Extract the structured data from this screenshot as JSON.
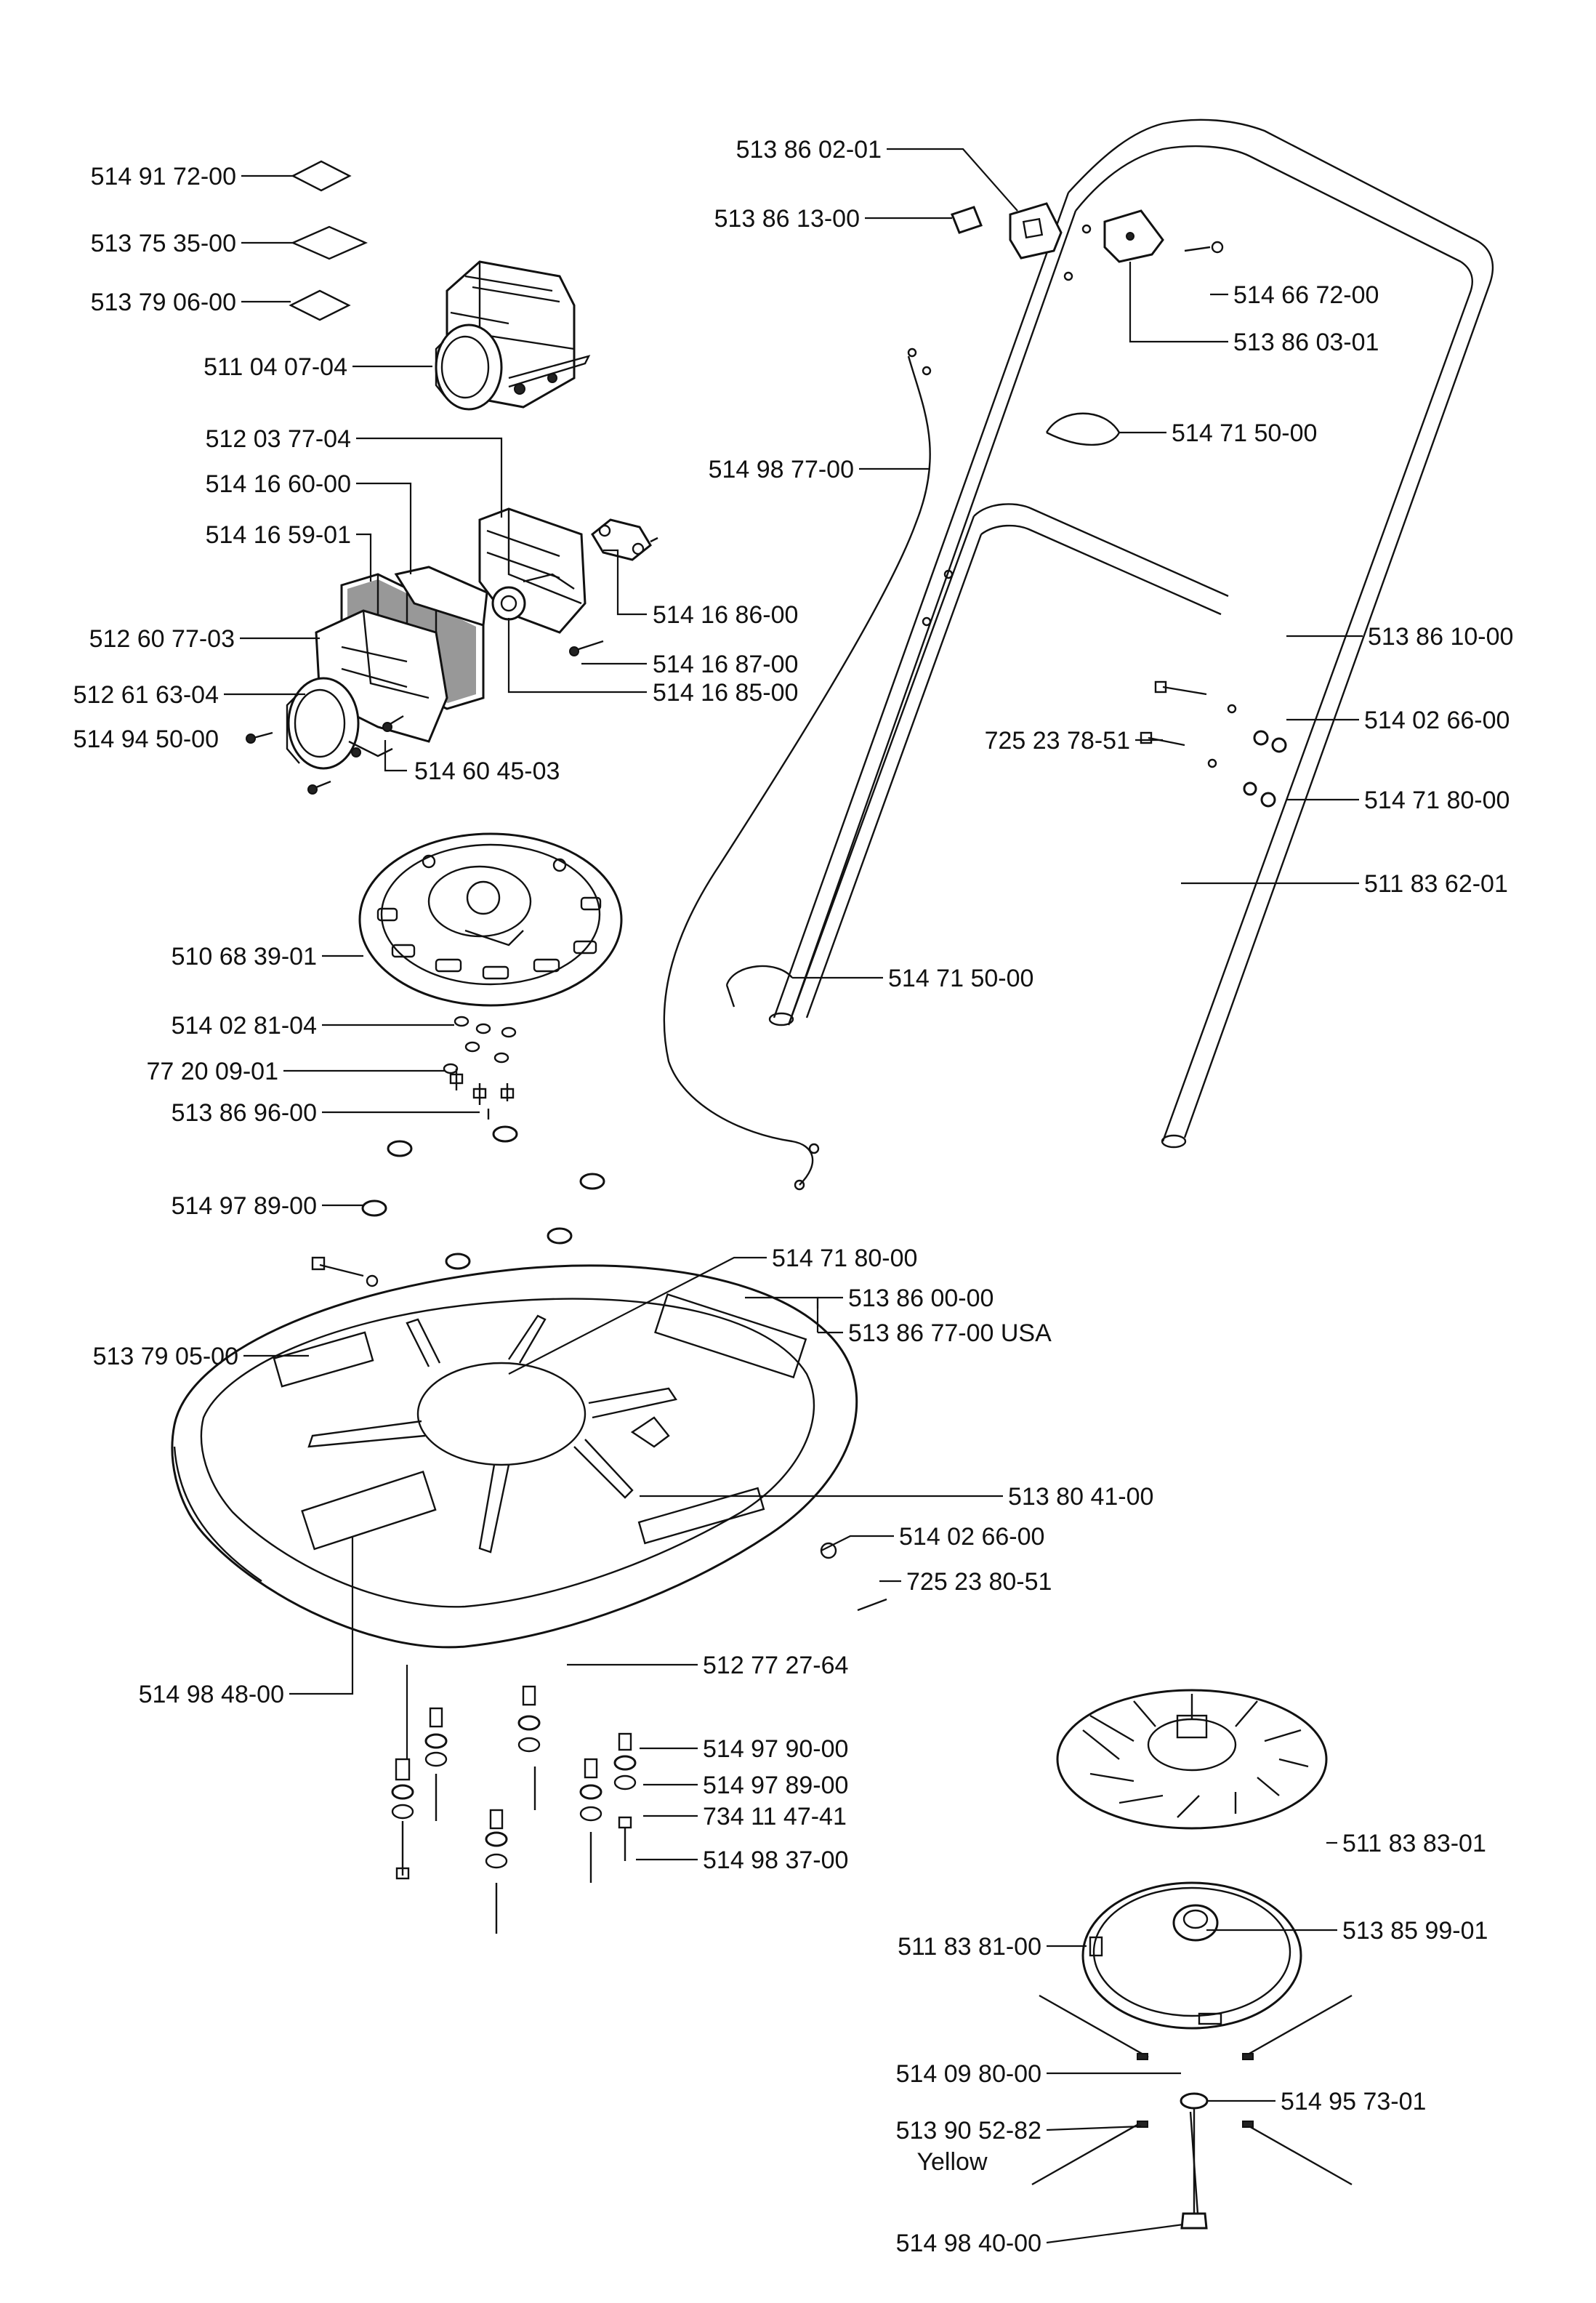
{
  "parts": [
    {
      "id": "p01",
      "number": "514 91 72-00"
    },
    {
      "id": "p02",
      "number": "513 75 35-00"
    },
    {
      "id": "p03",
      "number": "513 79 06-00"
    },
    {
      "id": "p04",
      "number": "511 04 07-04"
    },
    {
      "id": "p05",
      "number": "512 03 77-04"
    },
    {
      "id": "p06",
      "number": "514 16 60-00"
    },
    {
      "id": "p07",
      "number": "514 16 59-01"
    },
    {
      "id": "p08",
      "number": "512 60 77-03"
    },
    {
      "id": "p09",
      "number": "512 61 63-04"
    },
    {
      "id": "p10",
      "number": "514 94 50-00"
    },
    {
      "id": "p11",
      "number": "514 60 45-03"
    },
    {
      "id": "p12",
      "number": "514 16 86-00"
    },
    {
      "id": "p13",
      "number": "514 16 87-00"
    },
    {
      "id": "p14",
      "number": "514 16 85-00"
    },
    {
      "id": "p15",
      "number": "513 86 02-01"
    },
    {
      "id": "p16",
      "number": "513 86 13-00"
    },
    {
      "id": "p17",
      "number": "514 66 72-00"
    },
    {
      "id": "p18",
      "number": "513 86 03-01"
    },
    {
      "id": "p19",
      "number": "514 71 50-00"
    },
    {
      "id": "p20",
      "number": "514 98 77-00"
    },
    {
      "id": "p21",
      "number": "513 86 10-00"
    },
    {
      "id": "p22",
      "number": "514 02 66-00"
    },
    {
      "id": "p23",
      "number": "725 23 78-51"
    },
    {
      "id": "p24",
      "number": "514 71 80-00"
    },
    {
      "id": "p25",
      "number": "511 83 62-01"
    },
    {
      "id": "p26",
      "number": "510 68 39-01"
    },
    {
      "id": "p27",
      "number": "514 71 50-00"
    },
    {
      "id": "p28",
      "number": "514 02 81-04"
    },
    {
      "id": "p29",
      "number": "77 20 09-01"
    },
    {
      "id": "p30",
      "number": "513 86 96-00"
    },
    {
      "id": "p31",
      "number": "514 97 89-00"
    },
    {
      "id": "p32",
      "number": "514 71 80-00"
    },
    {
      "id": "p33",
      "number": "513 86 00-00"
    },
    {
      "id": "p34",
      "number": "513 86 77-00 USA"
    },
    {
      "id": "p35",
      "number": "513 79 05-00"
    },
    {
      "id": "p36",
      "number": "513 80 41-00"
    },
    {
      "id": "p37",
      "number": "514 02 66-00"
    },
    {
      "id": "p38",
      "number": "725 23 80-51"
    },
    {
      "id": "p39",
      "number": "514 98 48-00"
    },
    {
      "id": "p40",
      "number": "512 77 27-64"
    },
    {
      "id": "p41",
      "number": "514 97 90-00"
    },
    {
      "id": "p42",
      "number": "514 97 89-00"
    },
    {
      "id": "p43",
      "number": "734 11 47-41"
    },
    {
      "id": "p44",
      "number": "514 98 37-00"
    },
    {
      "id": "p45",
      "number": "511 83 83-01"
    },
    {
      "id": "p46",
      "number": "511 83 81-00"
    },
    {
      "id": "p47",
      "number": "513 85 99-01"
    },
    {
      "id": "p48",
      "number": "514 09 80-00"
    },
    {
      "id": "p49",
      "number": "514 95 73-01"
    },
    {
      "id": "p50",
      "number": "513 90 52-82"
    },
    {
      "id": "p51",
      "number": "Yellow"
    },
    {
      "id": "p52",
      "number": "514 98 40-00"
    }
  ]
}
